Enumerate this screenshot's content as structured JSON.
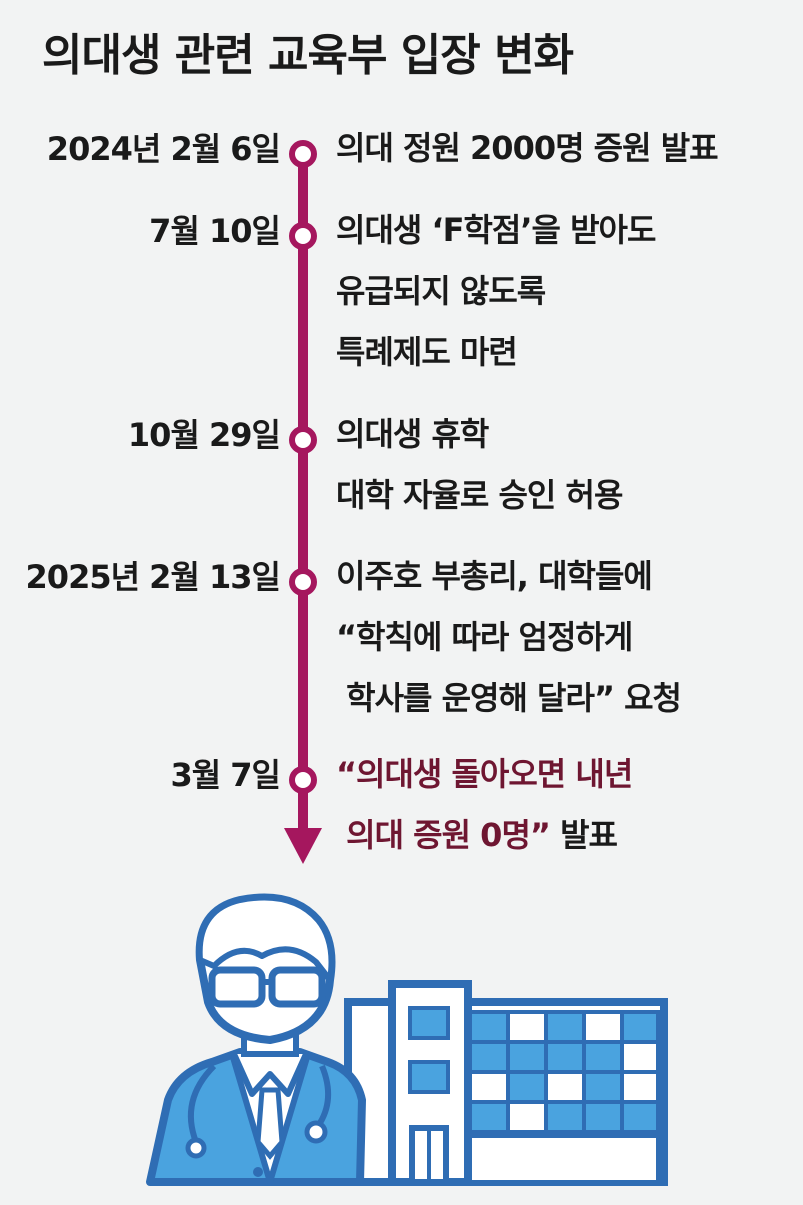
{
  "title": "의대생 관련 교육부 입장 변화",
  "colors": {
    "line": "#a5175e",
    "highlight_text": "#6e1631",
    "illustration_blue": "#2f6db4",
    "illustration_light": "#4aa3df"
  },
  "events": [
    {
      "date": "2024년 2월 6일",
      "lines": [
        "의대 정원 2000명 증원 발표"
      ]
    },
    {
      "date": "7월 10일",
      "lines": [
        "의대생 ‘F학점’을 받아도",
        "유급되지 않도록",
        "특례제도 마련"
      ]
    },
    {
      "date": "10월 29일",
      "lines": [
        "의대생 휴학",
        "대학 자율로 승인 허용"
      ]
    },
    {
      "date": "2025년 2월 13일",
      "lines": [
        "이주호 부총리, 대학들에",
        "“학칙에 따라 엄정하게",
        " 학사를 운영해 달라” 요청"
      ]
    },
    {
      "date": "3월 7일",
      "lines": [
        "“의대생 돌아오면 내년",
        " 의대 증원 0명”"
      ],
      "suffix": " 발표"
    }
  ],
  "icons": [
    "doctor-icon",
    "hospital-building-icon"
  ]
}
